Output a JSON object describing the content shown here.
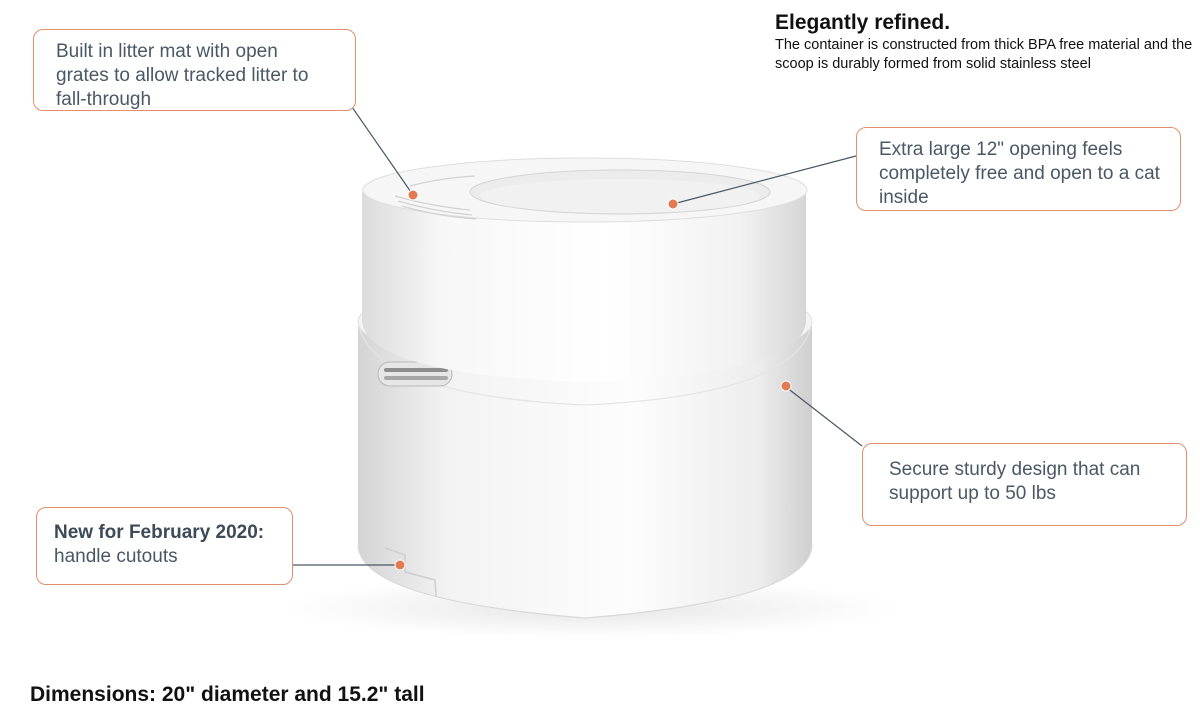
{
  "headline": {
    "title": "Elegantly refined.",
    "body": "The container is constructed from thick BPA free material and the scoop is durably formed from solid stainless steel"
  },
  "callouts": {
    "litter_mat": "Built in litter mat with open grates to allow tracked litter to fall-through",
    "opening": "Extra large 12\" opening feels completely free and open to a cat inside",
    "secure": "Secure sturdy design that can support up to 50 lbs",
    "handle_title": "New for February 2020:",
    "handle_body": "handle cutouts"
  },
  "dimensions": "Dimensions: 20\" diameter and 15.2\" tall",
  "colors": {
    "accent": "#e28f6c",
    "callout_text": "#4a5866",
    "product": "#f2f2f2"
  }
}
